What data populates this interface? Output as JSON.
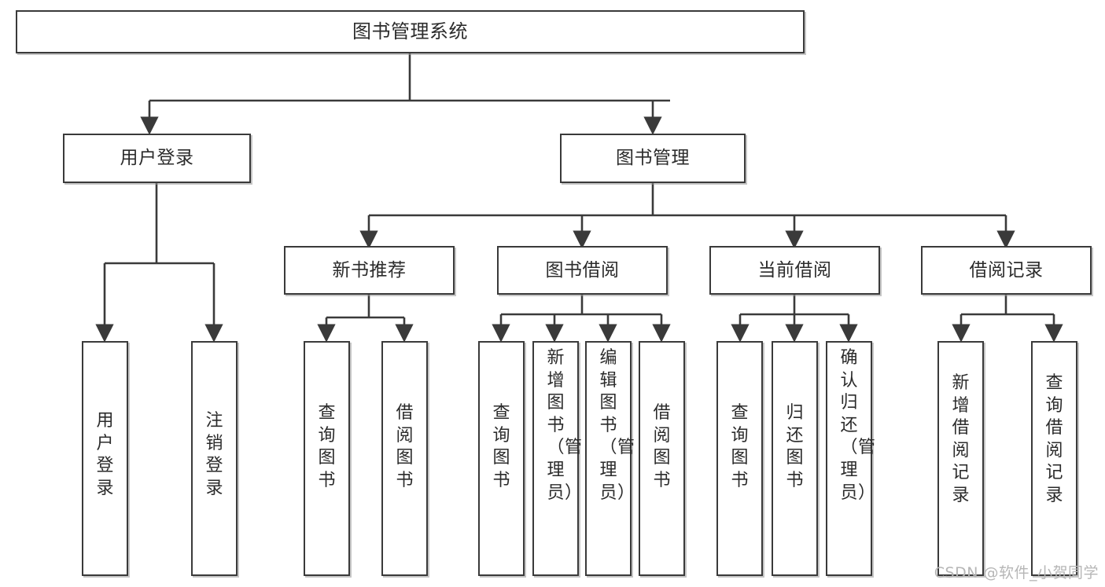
{
  "diagram": {
    "title": "图书管理系统",
    "watermark": "CSDN @软件_小贺同学",
    "colors": {
      "box_border": "#3a3a3a",
      "box_fill": "#ffffff",
      "connector": "#3a3a3a",
      "text": "#2b2b2b",
      "watermark": "#b6b6b6"
    },
    "levels": {
      "root": {
        "label": "图书管理系统"
      },
      "level2": [
        {
          "label": "用户登录"
        },
        {
          "label": "图书管理"
        }
      ],
      "level3": [
        {
          "label": "新书推荐"
        },
        {
          "label": "图书借阅"
        },
        {
          "label": "当前借阅"
        },
        {
          "label": "借阅记录"
        }
      ],
      "leaves": {
        "user_login": [
          {
            "label": "用户登录"
          },
          {
            "label": "注销登录"
          }
        ],
        "new_book_recommend": [
          {
            "label": "查询图书"
          },
          {
            "label": "借阅图书"
          }
        ],
        "book_borrow": [
          {
            "label": "查询图书"
          },
          {
            "label": "新增图书（管理员）"
          },
          {
            "label": "编辑图书（管理员）"
          },
          {
            "label": "借阅图书"
          }
        ],
        "current_borrow": [
          {
            "label": "查询图书"
          },
          {
            "label": "归还图书"
          },
          {
            "label": "确认归还（管理员）"
          }
        ],
        "borrow_record": [
          {
            "label": "新增借阅记录"
          },
          {
            "label": "查询借阅记录"
          }
        ]
      }
    }
  }
}
